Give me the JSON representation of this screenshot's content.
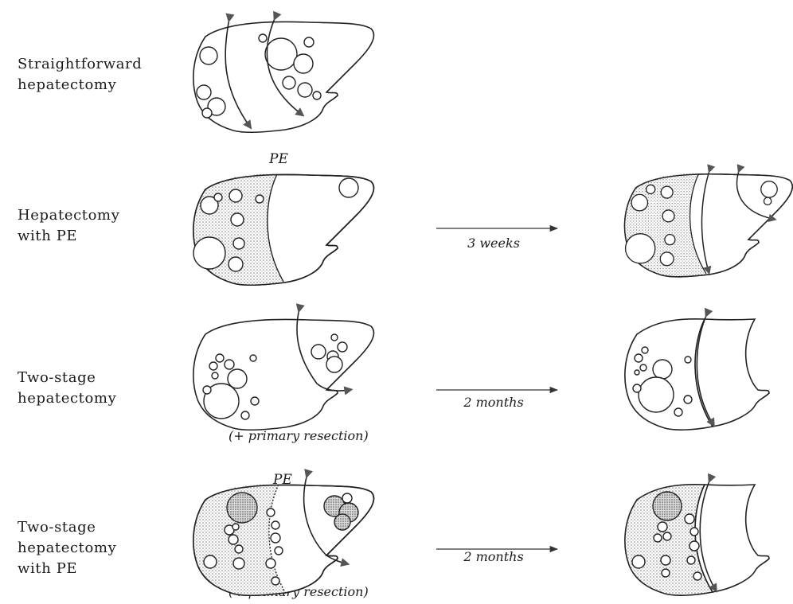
{
  "rows": [
    {
      "label_line1": "Straightforward",
      "label_line2": "hepatectomy"
    },
    {
      "label_line1": "Hepatectomy",
      "label_line2": "with PE"
    },
    {
      "label_line1": "Two-stage",
      "label_line2": "hepatectomy"
    },
    {
      "label_line1": "Two-stage",
      "label_line2": "hepatectomy",
      "label_line3": "with PE"
    }
  ],
  "intervals": [
    "3 weeks",
    "2 months",
    "2 months"
  ],
  "pe_label": "PE",
  "primary_resection_note": "(+ primary resection)"
}
